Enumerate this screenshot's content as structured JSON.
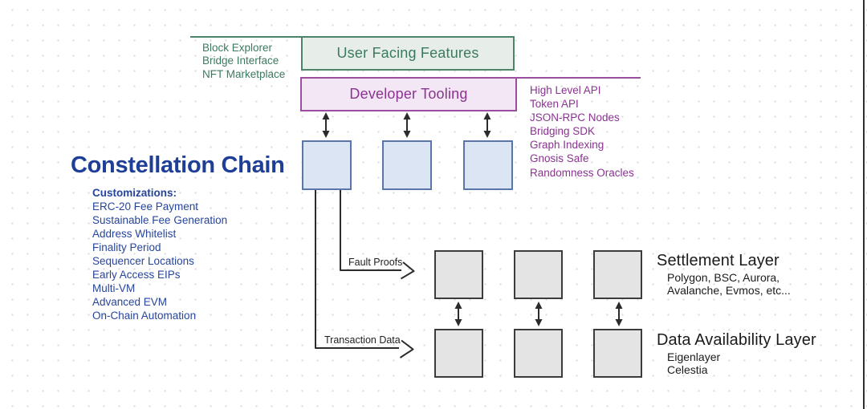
{
  "user_facing": {
    "title": "User Facing Features",
    "items": [
      "Block Explorer",
      "Bridge Interface",
      "NFT Marketplace"
    ]
  },
  "developer_tooling": {
    "title": "Developer Tooling",
    "items": [
      "High Level API",
      "Token API",
      "JSON-RPC Nodes",
      "Bridging SDK",
      "Graph Indexing",
      "Gnosis Safe",
      "Randomness Oracles"
    ]
  },
  "chain": {
    "title": "Constellation Chain",
    "customizations_heading": "Customizations:",
    "customizations": [
      "ERC-20 Fee Payment",
      "Sustainable Fee Generation",
      "Address Whitelist",
      "Finality Period",
      "Sequencer Locations",
      "Early Access EIPs",
      "Multi-VM",
      "Advanced EVM",
      "On-Chain Automation"
    ]
  },
  "connectors": {
    "fault_proofs_label": "Fault Proofs",
    "transaction_data_label": "Transaction Data"
  },
  "settlement_layer": {
    "title": "Settlement Layer",
    "lines": [
      "Polygon, BSC, Aurora,",
      "Avalanche, Evmos, etc..."
    ]
  },
  "data_availability_layer": {
    "title": "Data Availability Layer",
    "lines": [
      "Eigenlayer",
      "Celestia"
    ]
  },
  "colors": {
    "green_accent": "#4e8468",
    "green_fill": "#e7eee9",
    "purple_accent": "#9b4d9e",
    "purple_fill": "#f3e7f5",
    "navy_text": "#1f3f97",
    "blue_node_fill": "#dce5f4",
    "blue_node_border": "#5a75a8",
    "gray_node_fill": "#e4e4e4",
    "line_color": "#2b2b2b",
    "dot_grid": "#d8d8d8"
  }
}
